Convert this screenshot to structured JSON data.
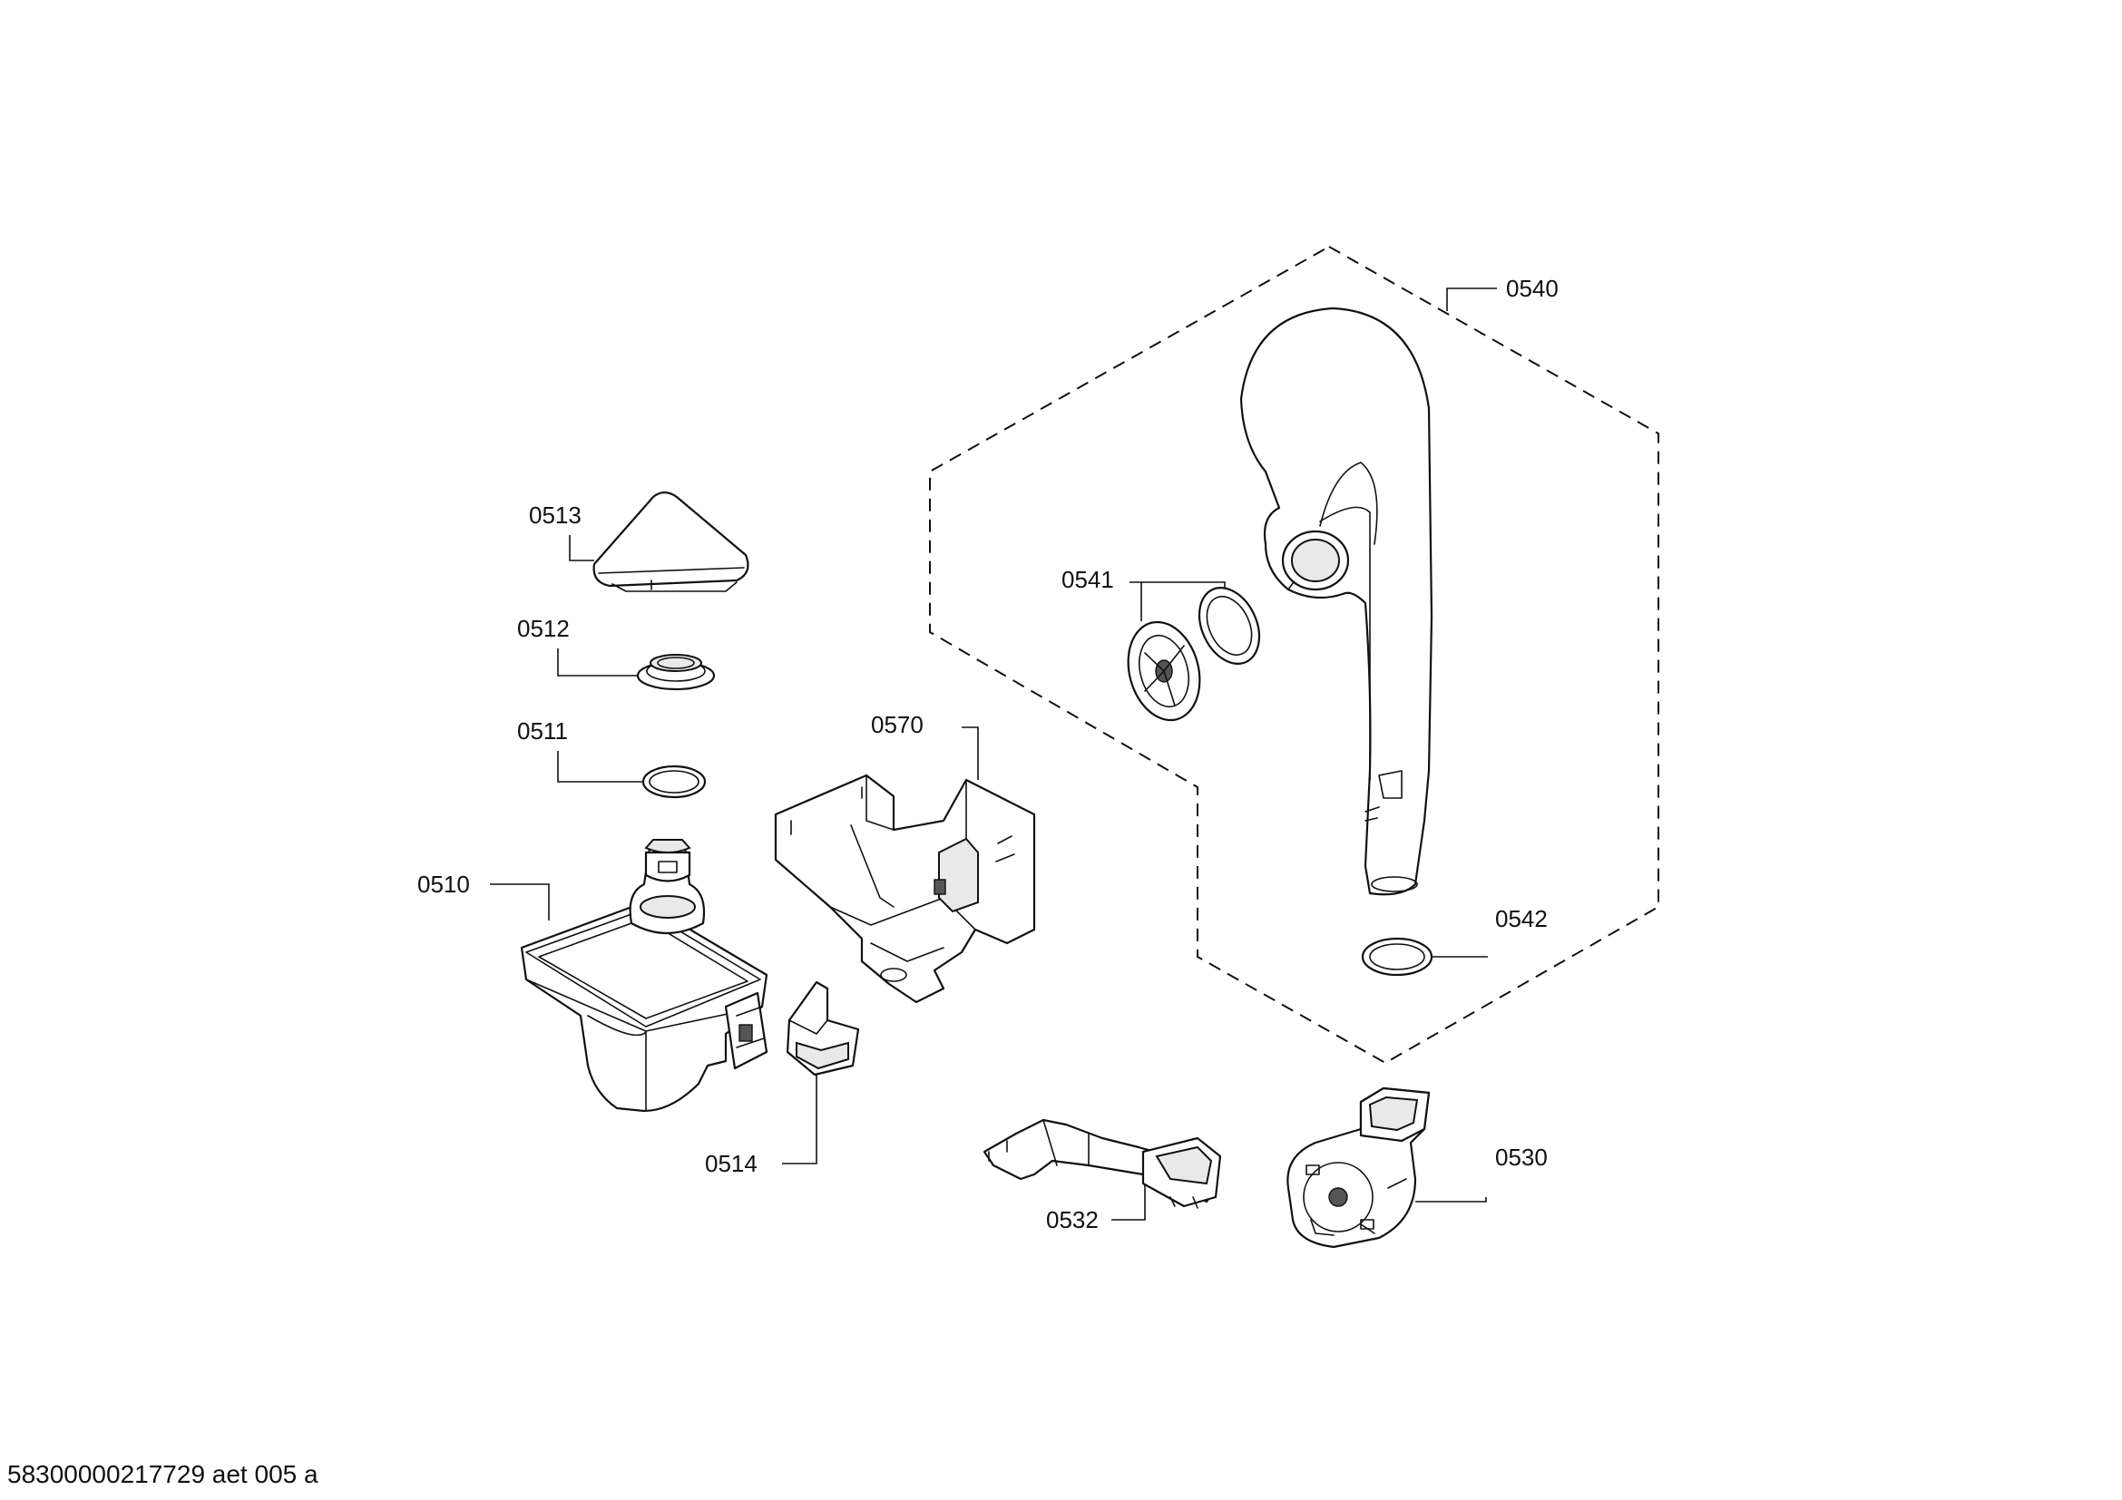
{
  "callouts": [
    {
      "id": "0510",
      "label": "0510"
    },
    {
      "id": "0511",
      "label": "0511"
    },
    {
      "id": "0512",
      "label": "0512"
    },
    {
      "id": "0513",
      "label": "0513"
    },
    {
      "id": "0514",
      "label": "0514"
    },
    {
      "id": "0530",
      "label": "0530"
    },
    {
      "id": "0532",
      "label": "0532"
    },
    {
      "id": "0540",
      "label": "0540"
    },
    {
      "id": "0541",
      "label": "0541"
    },
    {
      "id": "0542",
      "label": "0542"
    },
    {
      "id": "0570",
      "label": "0570"
    }
  ],
  "footer": {
    "document_id": "58300000217729 aet 005 a"
  }
}
